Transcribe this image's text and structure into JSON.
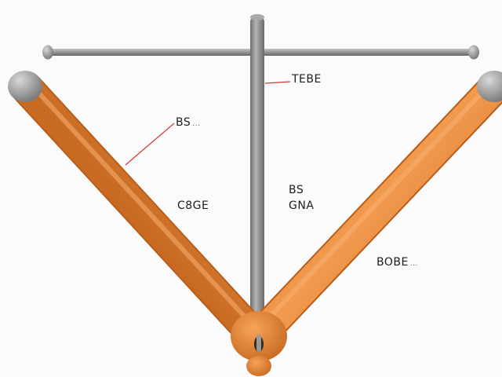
{
  "labels": {
    "top_right": "TEBE",
    "upper_left": "BS",
    "upper_left_suffix": "...",
    "middle_left": "C8GE",
    "center_line1": "BS",
    "center_line2": "GNA",
    "lower_right": "BOBE",
    "lower_right_suffix": "..."
  },
  "colors": {
    "arm_orange": "#e8893e",
    "rod_gray": "#8c8c8c",
    "leader_red": "#d23a3a",
    "background": "#fbfbfb"
  }
}
